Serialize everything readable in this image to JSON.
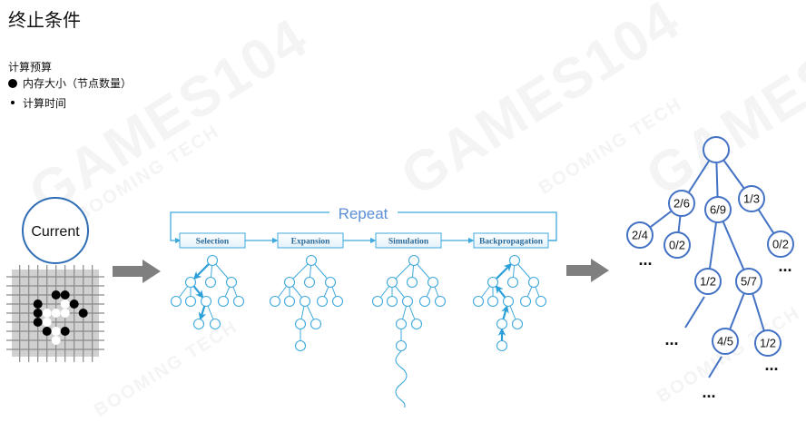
{
  "watermark": {
    "main": "GAMES104",
    "secondary": "BOOMING TECH"
  },
  "slide": {
    "title": "终止条件",
    "budget_heading": "计算预算",
    "bullets": [
      {
        "style": "large-dot",
        "text": "内存大小（节点数量）"
      },
      {
        "style": "small-dot",
        "text": "计算时间"
      }
    ]
  },
  "current_state": {
    "label": "Current",
    "board_size": 9,
    "stones": [
      {
        "color": "black",
        "col": 4,
        "row": 2
      },
      {
        "color": "black",
        "col": 5,
        "row": 2
      },
      {
        "color": "black",
        "col": 2,
        "row": 3
      },
      {
        "color": "white",
        "col": 5,
        "row": 3
      },
      {
        "color": "black",
        "col": 6,
        "row": 3
      },
      {
        "color": "black",
        "col": 2,
        "row": 4
      },
      {
        "color": "white",
        "col": 3,
        "row": 4
      },
      {
        "color": "white",
        "col": 4,
        "row": 4
      },
      {
        "color": "white",
        "col": 5,
        "row": 4
      },
      {
        "color": "black",
        "col": 7,
        "row": 4
      },
      {
        "color": "black",
        "col": 2,
        "row": 5
      },
      {
        "color": "white",
        "col": 3,
        "row": 5
      },
      {
        "color": "black",
        "col": 3,
        "row": 6
      },
      {
        "color": "white",
        "col": 4,
        "row": 6
      },
      {
        "color": "black",
        "col": 5,
        "row": 6
      },
      {
        "color": "white",
        "col": 4,
        "row": 7
      }
    ]
  },
  "mcts_loop": {
    "repeat_label": "Repeat",
    "steps": [
      "Selection",
      "Expansion",
      "Simulation",
      "Backpropagation"
    ]
  },
  "result_tree": {
    "root": "",
    "nodes": [
      {
        "id": "a",
        "label": "2/6",
        "parent": "root"
      },
      {
        "id": "b",
        "label": "6/9",
        "parent": "root"
      },
      {
        "id": "c",
        "label": "1/3",
        "parent": "root"
      },
      {
        "id": "a1",
        "label": "2/4",
        "parent": "a"
      },
      {
        "id": "a2",
        "label": "0/2",
        "parent": "a"
      },
      {
        "id": "c1",
        "label": "0/2",
        "parent": "c"
      },
      {
        "id": "b1",
        "label": "1/2",
        "parent": "b"
      },
      {
        "id": "b2",
        "label": "5/7",
        "parent": "b"
      },
      {
        "id": "b21",
        "label": "4/5",
        "parent": "b2"
      },
      {
        "id": "b22",
        "label": "1/2",
        "parent": "b2"
      }
    ],
    "ellipsis": "..."
  },
  "colors": {
    "flow_blue": "#3fa9dc",
    "tree_blue": "#4472c4",
    "repeat_text": "#5b8fd6",
    "arrow_gray": "#7f7f7f",
    "board_gray": "#d0d0d0"
  }
}
